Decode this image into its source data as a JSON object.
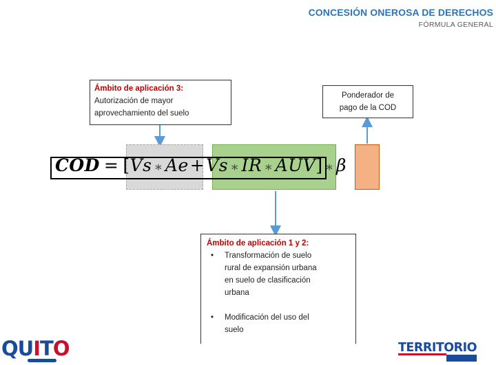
{
  "header": {
    "title": "CONCESIÓN ONEROSA DE DERECHOS",
    "subtitle": "FÓRMULA GENERAL"
  },
  "formula": {
    "lhs": "COD",
    "eq": "=",
    "open_bracket": "[",
    "vs1": "Vs",
    "op1": "∗",
    "ae": "Ae",
    "plus": "+",
    "vs2": "Vs",
    "op2": "∗",
    "ir": "IR",
    "op3": "∗",
    "auv": "AUV",
    "close_bracket": "]",
    "op4": "∗",
    "beta": "β"
  },
  "box_ambito3": {
    "heading": "Ámbito de aplicación 3:",
    "line1": "Autorización de mayor",
    "line2": "aprovechamiento del suelo"
  },
  "box_ponderador": {
    "line1": "Ponderador de",
    "line2": "pago de la COD"
  },
  "box_ambito12": {
    "heading": "Ámbito de aplicación 1 y 2:",
    "items": [
      {
        "line1": "Transformación de suelo",
        "line2": "rural de expansión urbana",
        "line3": "en suelo de clasificación",
        "line4": "urbana"
      },
      {
        "line1": "Modificación del uso del",
        "line2": "suelo"
      }
    ]
  },
  "logos": {
    "quito": {
      "q": "Q",
      "u": "U",
      "i": "I",
      "t": "T",
      "o": "O"
    },
    "territorio": "TERRITORIO"
  },
  "colors": {
    "header_title": "#2e75b6",
    "heading_red": "#c00000",
    "highlight_gray": "#d9d9d9",
    "highlight_green": "#a9d18e",
    "highlight_orange": "#f4b183",
    "arrow_blue": "#5b9bd5",
    "logo_blue": "#1a4b9b",
    "logo_red": "#c8102e"
  }
}
